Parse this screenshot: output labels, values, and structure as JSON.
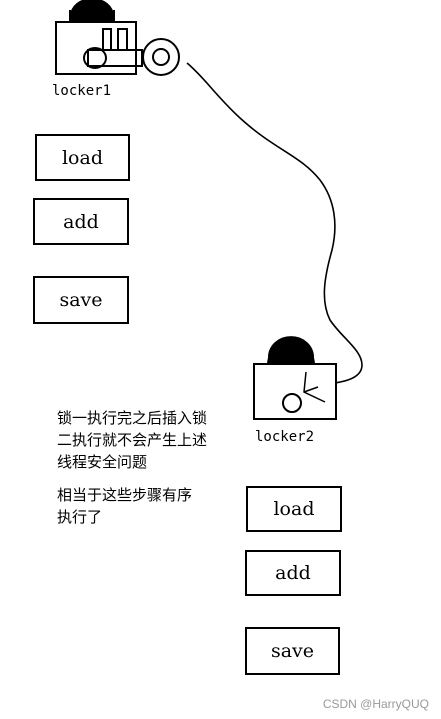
{
  "locker1": {
    "label": "locker1",
    "buttons": [
      {
        "label": "load"
      },
      {
        "label": "add"
      },
      {
        "label": "save"
      }
    ]
  },
  "locker2": {
    "label": "locker2",
    "buttons": [
      {
        "label": "load"
      },
      {
        "label": "add"
      },
      {
        "label": "save"
      }
    ]
  },
  "notes": {
    "line1": "锁一执行完之后插入锁",
    "line2": "二执行就不会产生上述",
    "line3": "线程安全问题",
    "line4": "相当于这些步骤有序",
    "line5": "执行了"
  },
  "watermark": "CSDN @HarryQUQ"
}
